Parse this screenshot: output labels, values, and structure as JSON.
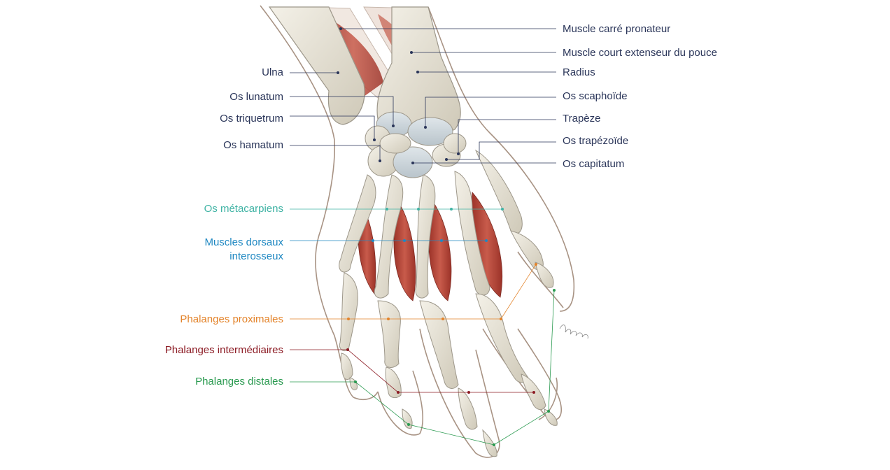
{
  "colors": {
    "navy": "#2a3559",
    "teal": "#3fb3a4",
    "blue": "#1f88c2",
    "orange": "#e3832a",
    "maroon": "#8c1b24",
    "green": "#2a9a50",
    "bone": "#e9e4d6",
    "muscle": "#b5473b",
    "skin": "#a89384"
  },
  "labels": {
    "carre_pronateur": "Muscle carré pronateur",
    "court_extenseur": "Muscle court extenseur du pouce",
    "radius": "Radius",
    "scaphoide": "Os scaphoïde",
    "trapeze": "Trapèze",
    "trapezoide": "Os trapézoïde",
    "capitatum": "Os capitatum",
    "ulna": "Ulna",
    "lunatum": "Os lunatum",
    "triquetrum": "Os triquetrum",
    "hamatum": "Os hamatum",
    "metacarpiens": "Os métacarpiens",
    "dorsaux_l1": "Muscles dorsaux",
    "dorsaux_l2": "interosseux",
    "prox": "Phalanges proximales",
    "inter": "Phalanges intermédiaires",
    "dist": "Phalanges distales"
  }
}
